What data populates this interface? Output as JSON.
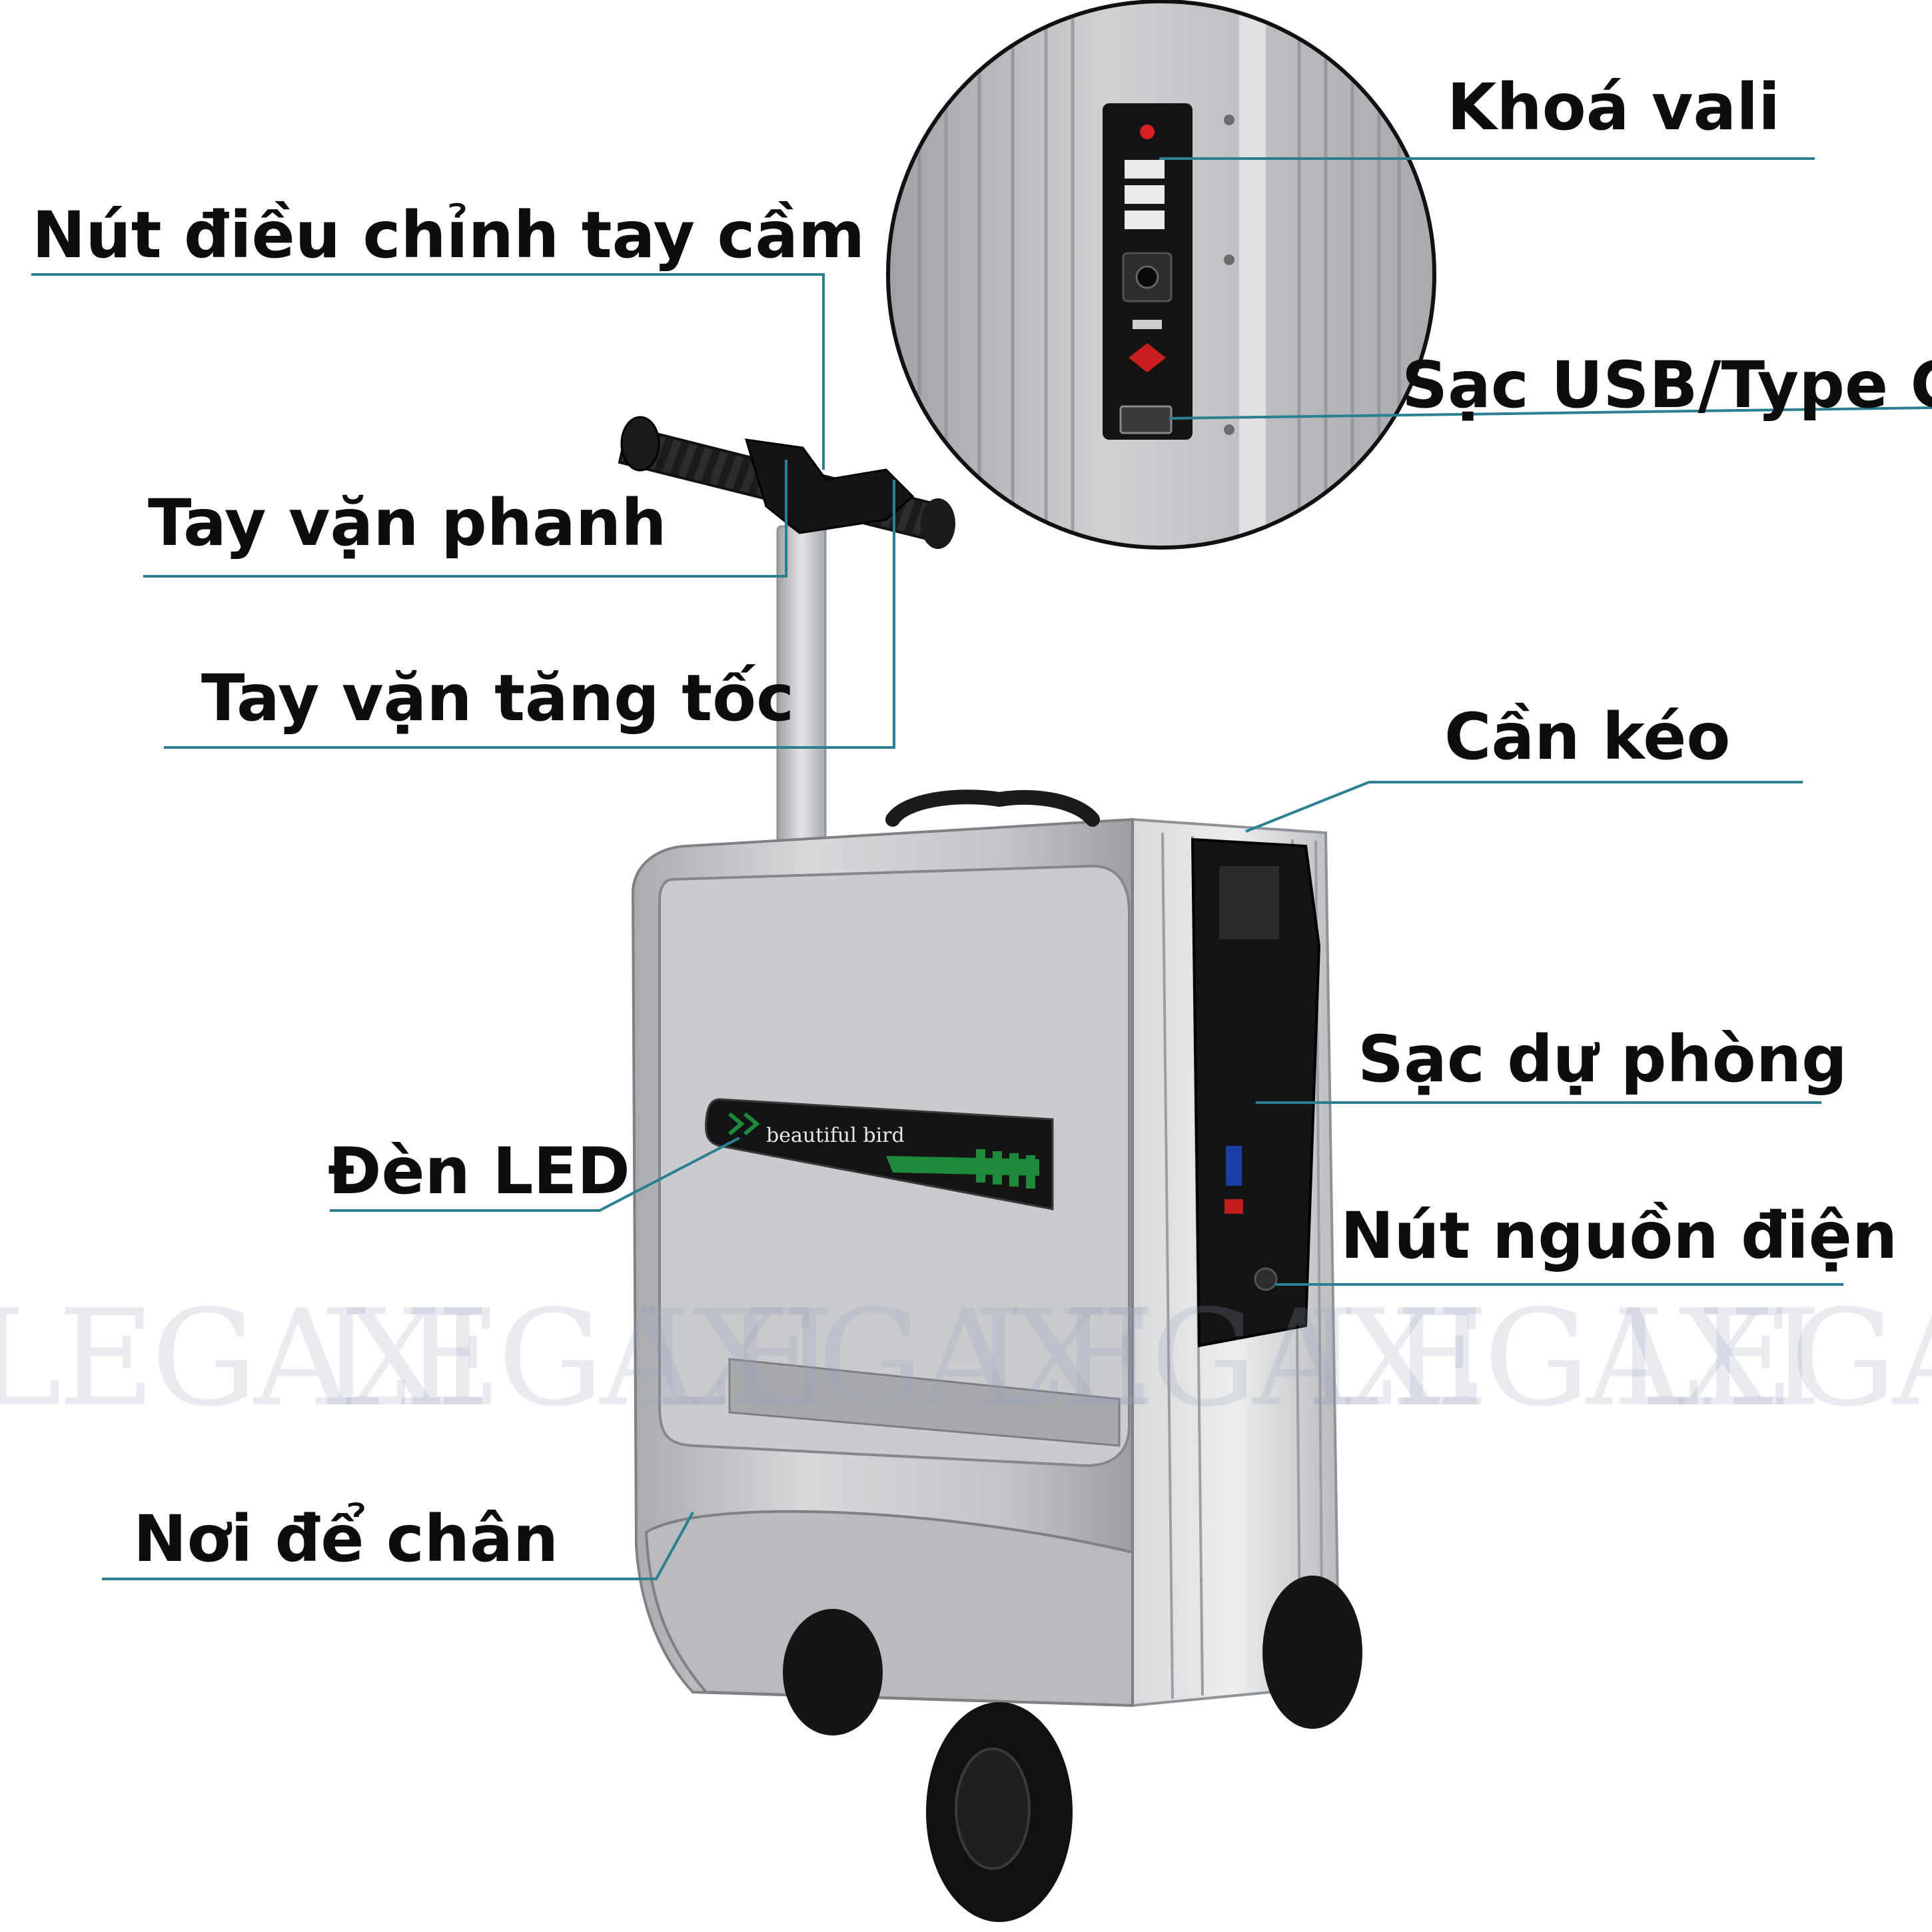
{
  "labels": {
    "handle_adjust": "Nút điều chỉnh tay cầm",
    "brake": "Tay vặn phanh",
    "throttle": "Tay vặn tăng tốc",
    "led": "Đèn LED",
    "footrest": "Nơi để chân",
    "lock": "Khoá vali",
    "usb": "Sạc USB/Type C",
    "pull_rod": "Cần kéo",
    "power_bank": "Sạc dự phòng",
    "power_button": "Nút nguồn điện"
  },
  "badge_text": "beautiful bird",
  "watermark": [
    "LEGAXI",
    "LEGAXI",
    "LEGAXI",
    "LEGAXI",
    "LEGAXI",
    "LEGAXI"
  ],
  "colors": {
    "leader_line": "#2a7f93",
    "label_text": "#0d0d0d",
    "shell": "#c4c6c9",
    "badge_green": "#1c8a3a"
  }
}
